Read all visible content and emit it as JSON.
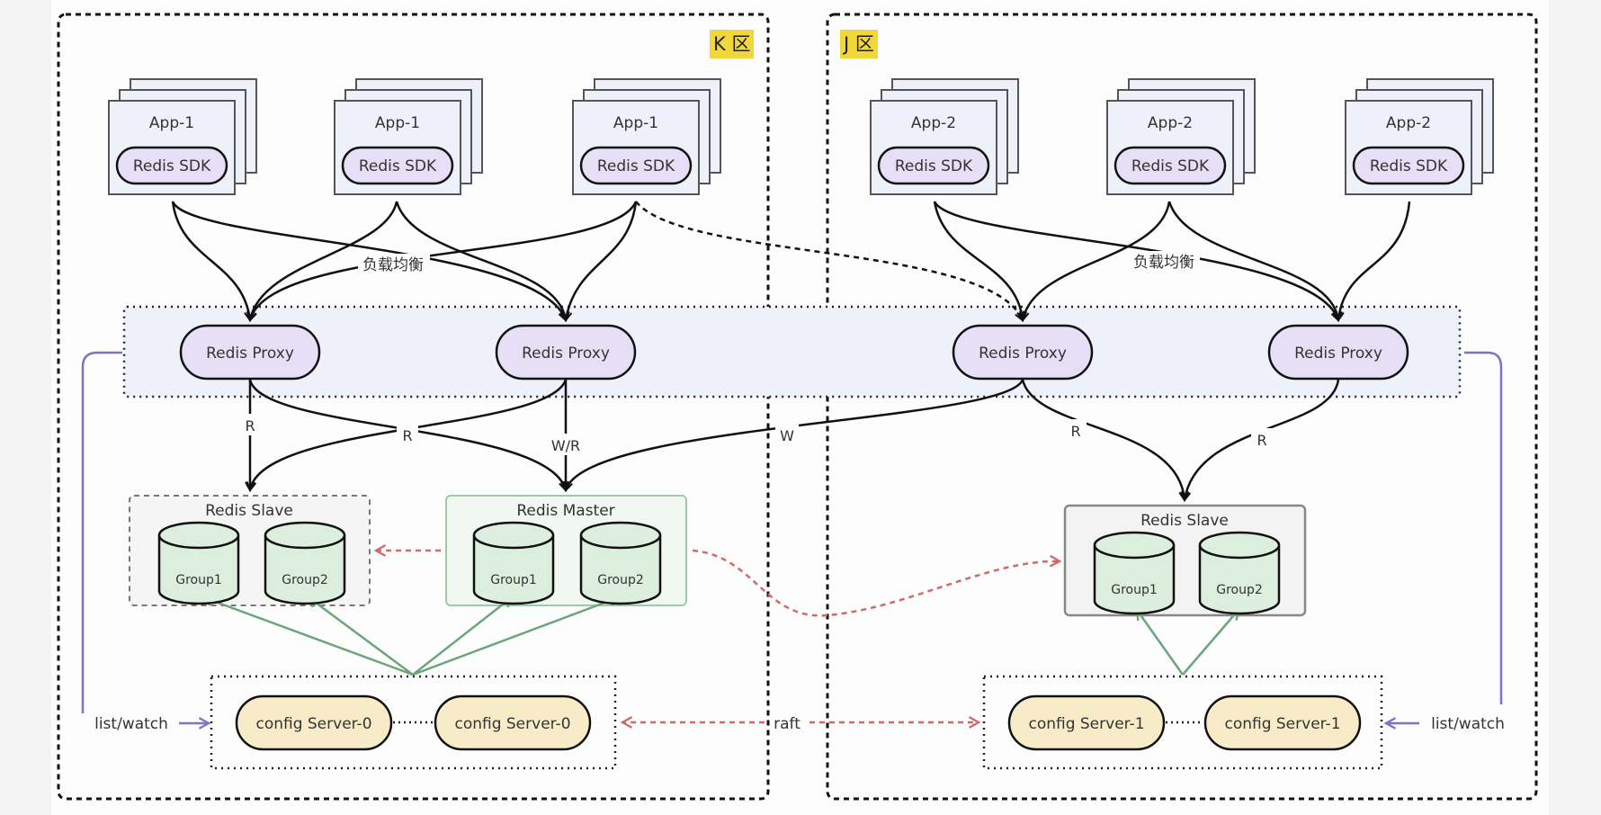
{
  "zones": [
    {
      "id": "k",
      "label": "K 区"
    },
    {
      "id": "j",
      "label": "J 区"
    }
  ],
  "apps": [
    {
      "name": "App-1",
      "sdk": "Redis SDK",
      "zone": "k"
    },
    {
      "name": "App-1",
      "sdk": "Redis SDK",
      "zone": "k"
    },
    {
      "name": "App-1",
      "sdk": "Redis SDK",
      "zone": "k"
    },
    {
      "name": "App-2",
      "sdk": "Redis SDK",
      "zone": "j"
    },
    {
      "name": "App-2",
      "sdk": "Redis SDK",
      "zone": "j"
    },
    {
      "name": "App-2",
      "sdk": "Redis SDK",
      "zone": "j"
    }
  ],
  "load_balance_label": "负载均衡",
  "proxies": [
    {
      "label": "Redis Proxy"
    },
    {
      "label": "Redis Proxy"
    },
    {
      "label": "Redis Proxy"
    },
    {
      "label": "Redis Proxy"
    }
  ],
  "edge_labels": {
    "read": "R",
    "write_read": "W/R",
    "write": "W",
    "raft": "raft",
    "list_watch": "list/watch"
  },
  "clusters": [
    {
      "title": "Redis Slave",
      "groups": [
        "Group1",
        "Group2"
      ],
      "zone": "k"
    },
    {
      "title": "Redis Master",
      "groups": [
        "Group1",
        "Group2"
      ],
      "zone": "k"
    },
    {
      "title": "Redis Slave",
      "groups": [
        "Group1",
        "Group2"
      ],
      "zone": "j"
    }
  ],
  "config_servers": [
    {
      "label": "config Server-0"
    },
    {
      "label": "config Server-0"
    },
    {
      "label": "config Server-1"
    },
    {
      "label": "config Server-1"
    }
  ],
  "colors": {
    "app_fill": "#eef1fa",
    "pill_fill": "#e6dff5",
    "proxy_band": "#eef1fa",
    "db_fill": "#dcefdf",
    "config_fill": "#f8ecc8",
    "replication_red": "#d06a6a",
    "config_green": "#6aa67a",
    "watch_purple": "#7d72c8",
    "zone_tag": "#f2d73a"
  }
}
